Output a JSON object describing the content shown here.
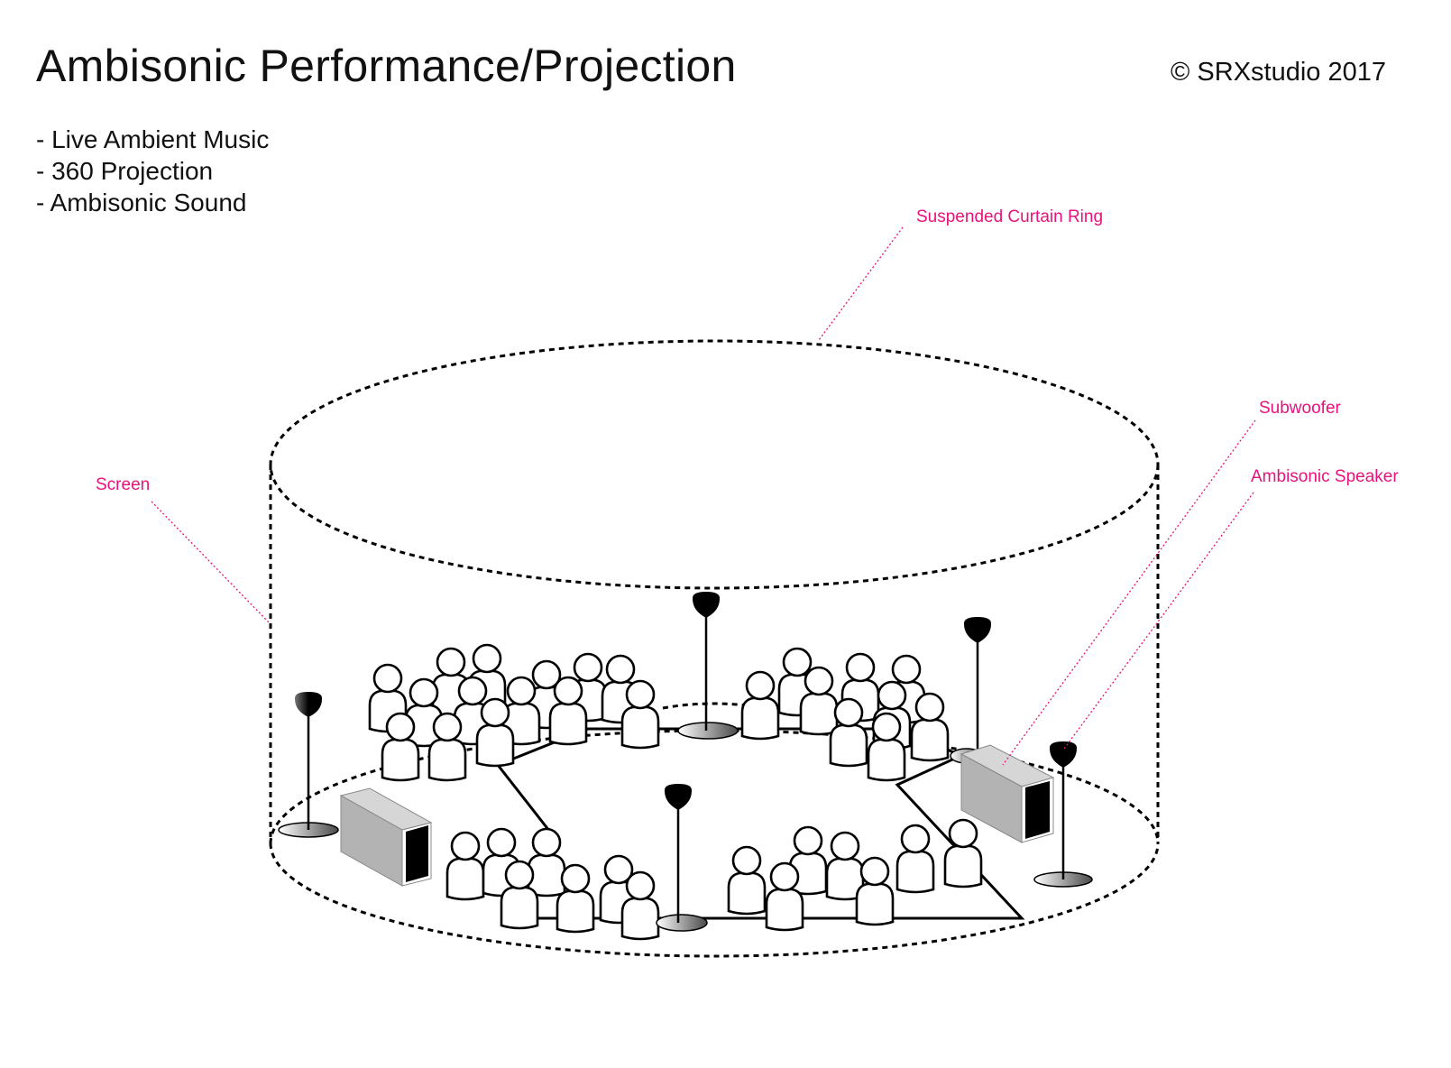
{
  "header": {
    "title": "Ambisonic Performance/Projection",
    "copyright": "©  SRXstudio 2017"
  },
  "features": [
    "- Live Ambient Music",
    "- 360 Projection",
    "- Ambisonic Sound"
  ],
  "labels": {
    "curtain_ring": "Suspended Curtain Ring",
    "subwoofer": "Subwoofer",
    "ambisonic_speaker": "Ambisonic Speaker",
    "screen": "Screen"
  },
  "colors": {
    "label": "#e8127c",
    "line": "#000000",
    "subwoofer": "#b3b3b3"
  }
}
